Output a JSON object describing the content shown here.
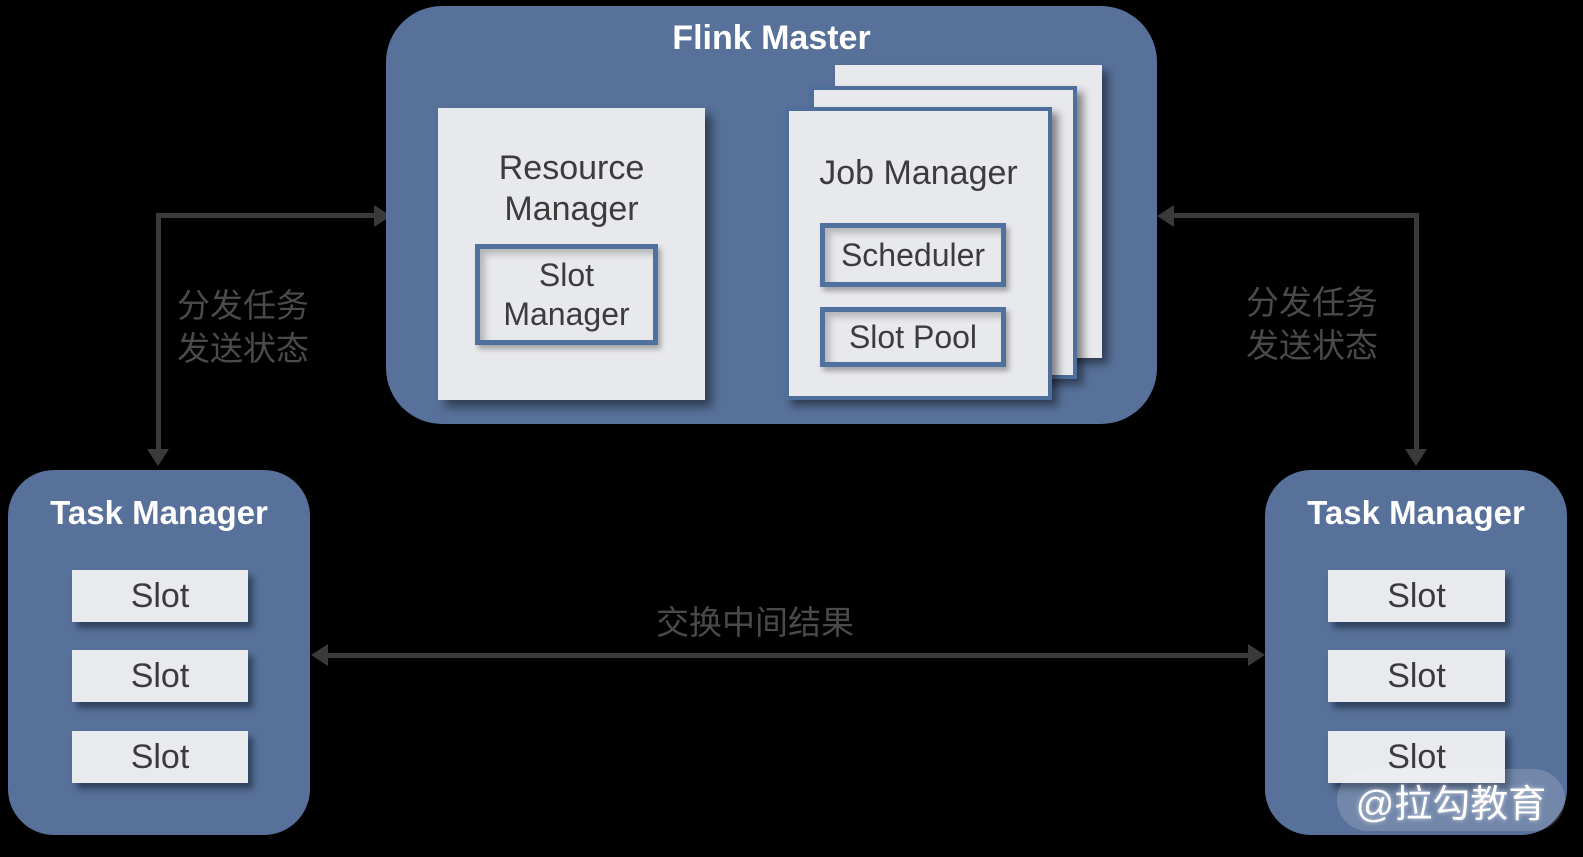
{
  "colors": {
    "background": "#000000",
    "container_blue": "#57719A",
    "card_gray": "#E8E9EC",
    "border_blue": "#50709D",
    "text_dark": "#3C3C3C",
    "text_white": "#FFFFFF",
    "arrow_gray": "#3A3A3A",
    "label_gray": "#4A4A4A"
  },
  "flink_master": {
    "title": "Flink Master",
    "resource_manager": {
      "title": "Resource Manager",
      "slot_manager": "Slot Manager"
    },
    "job_manager": {
      "title": "Job Manager",
      "scheduler": "Scheduler",
      "slot_pool": "Slot Pool"
    }
  },
  "task_manager_left": {
    "title": "Task Manager",
    "slots": [
      "Slot",
      "Slot",
      "Slot"
    ]
  },
  "task_manager_right": {
    "title": "Task Manager",
    "slots": [
      "Slot",
      "Slot",
      "Slot"
    ]
  },
  "connectors": {
    "left": {
      "line1": "分发任务",
      "line2": "发送状态"
    },
    "right": {
      "line1": "分发任务",
      "line2": "发送状态"
    },
    "bottom": {
      "label": "交换中间结果"
    }
  },
  "watermark": "@拉勾教育"
}
